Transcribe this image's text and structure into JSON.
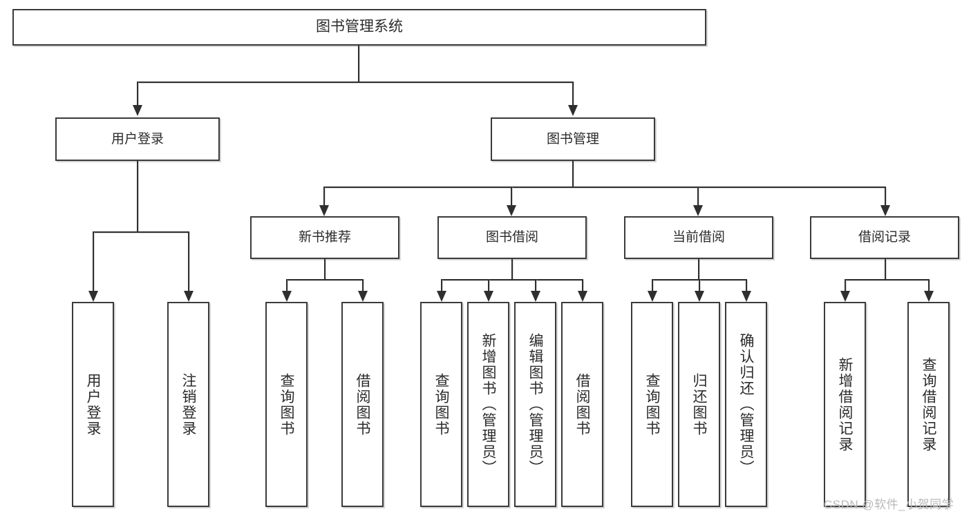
{
  "diagram": {
    "title": "图书管理系统",
    "watermark": "CSDN @软件_小贺同学",
    "colors": {
      "background": "#ffffff",
      "border": "#3a3a3a",
      "line": "#2f2f2f",
      "text": "#2b2b2b",
      "watermark": "#b9b9b9"
    },
    "nodes": {
      "root": "图书管理系统",
      "level2": {
        "user_login": "用户登录",
        "book_manage": "图书管理"
      },
      "level3": {
        "new_book_rec": "新书推荐",
        "book_borrow": "图书借阅",
        "current_borrow": "当前借阅",
        "borrow_record": "借阅记录"
      },
      "leaves": {
        "user_login_1": "用户登录",
        "user_login_2": "注销登录",
        "new_book_rec_1": "查询图书",
        "new_book_rec_2": "借阅图书",
        "book_borrow_1": "查询图书",
        "book_borrow_2": "新增图书（管理员）",
        "book_borrow_3": "编辑图书（管理员）",
        "book_borrow_4": "借阅图书",
        "current_borrow_1": "查询图书",
        "current_borrow_2": "归还图书",
        "current_borrow_3": "确认归还（管理员）",
        "borrow_record_1": "新增借阅记录",
        "borrow_record_2": "查询借阅记录"
      }
    }
  }
}
